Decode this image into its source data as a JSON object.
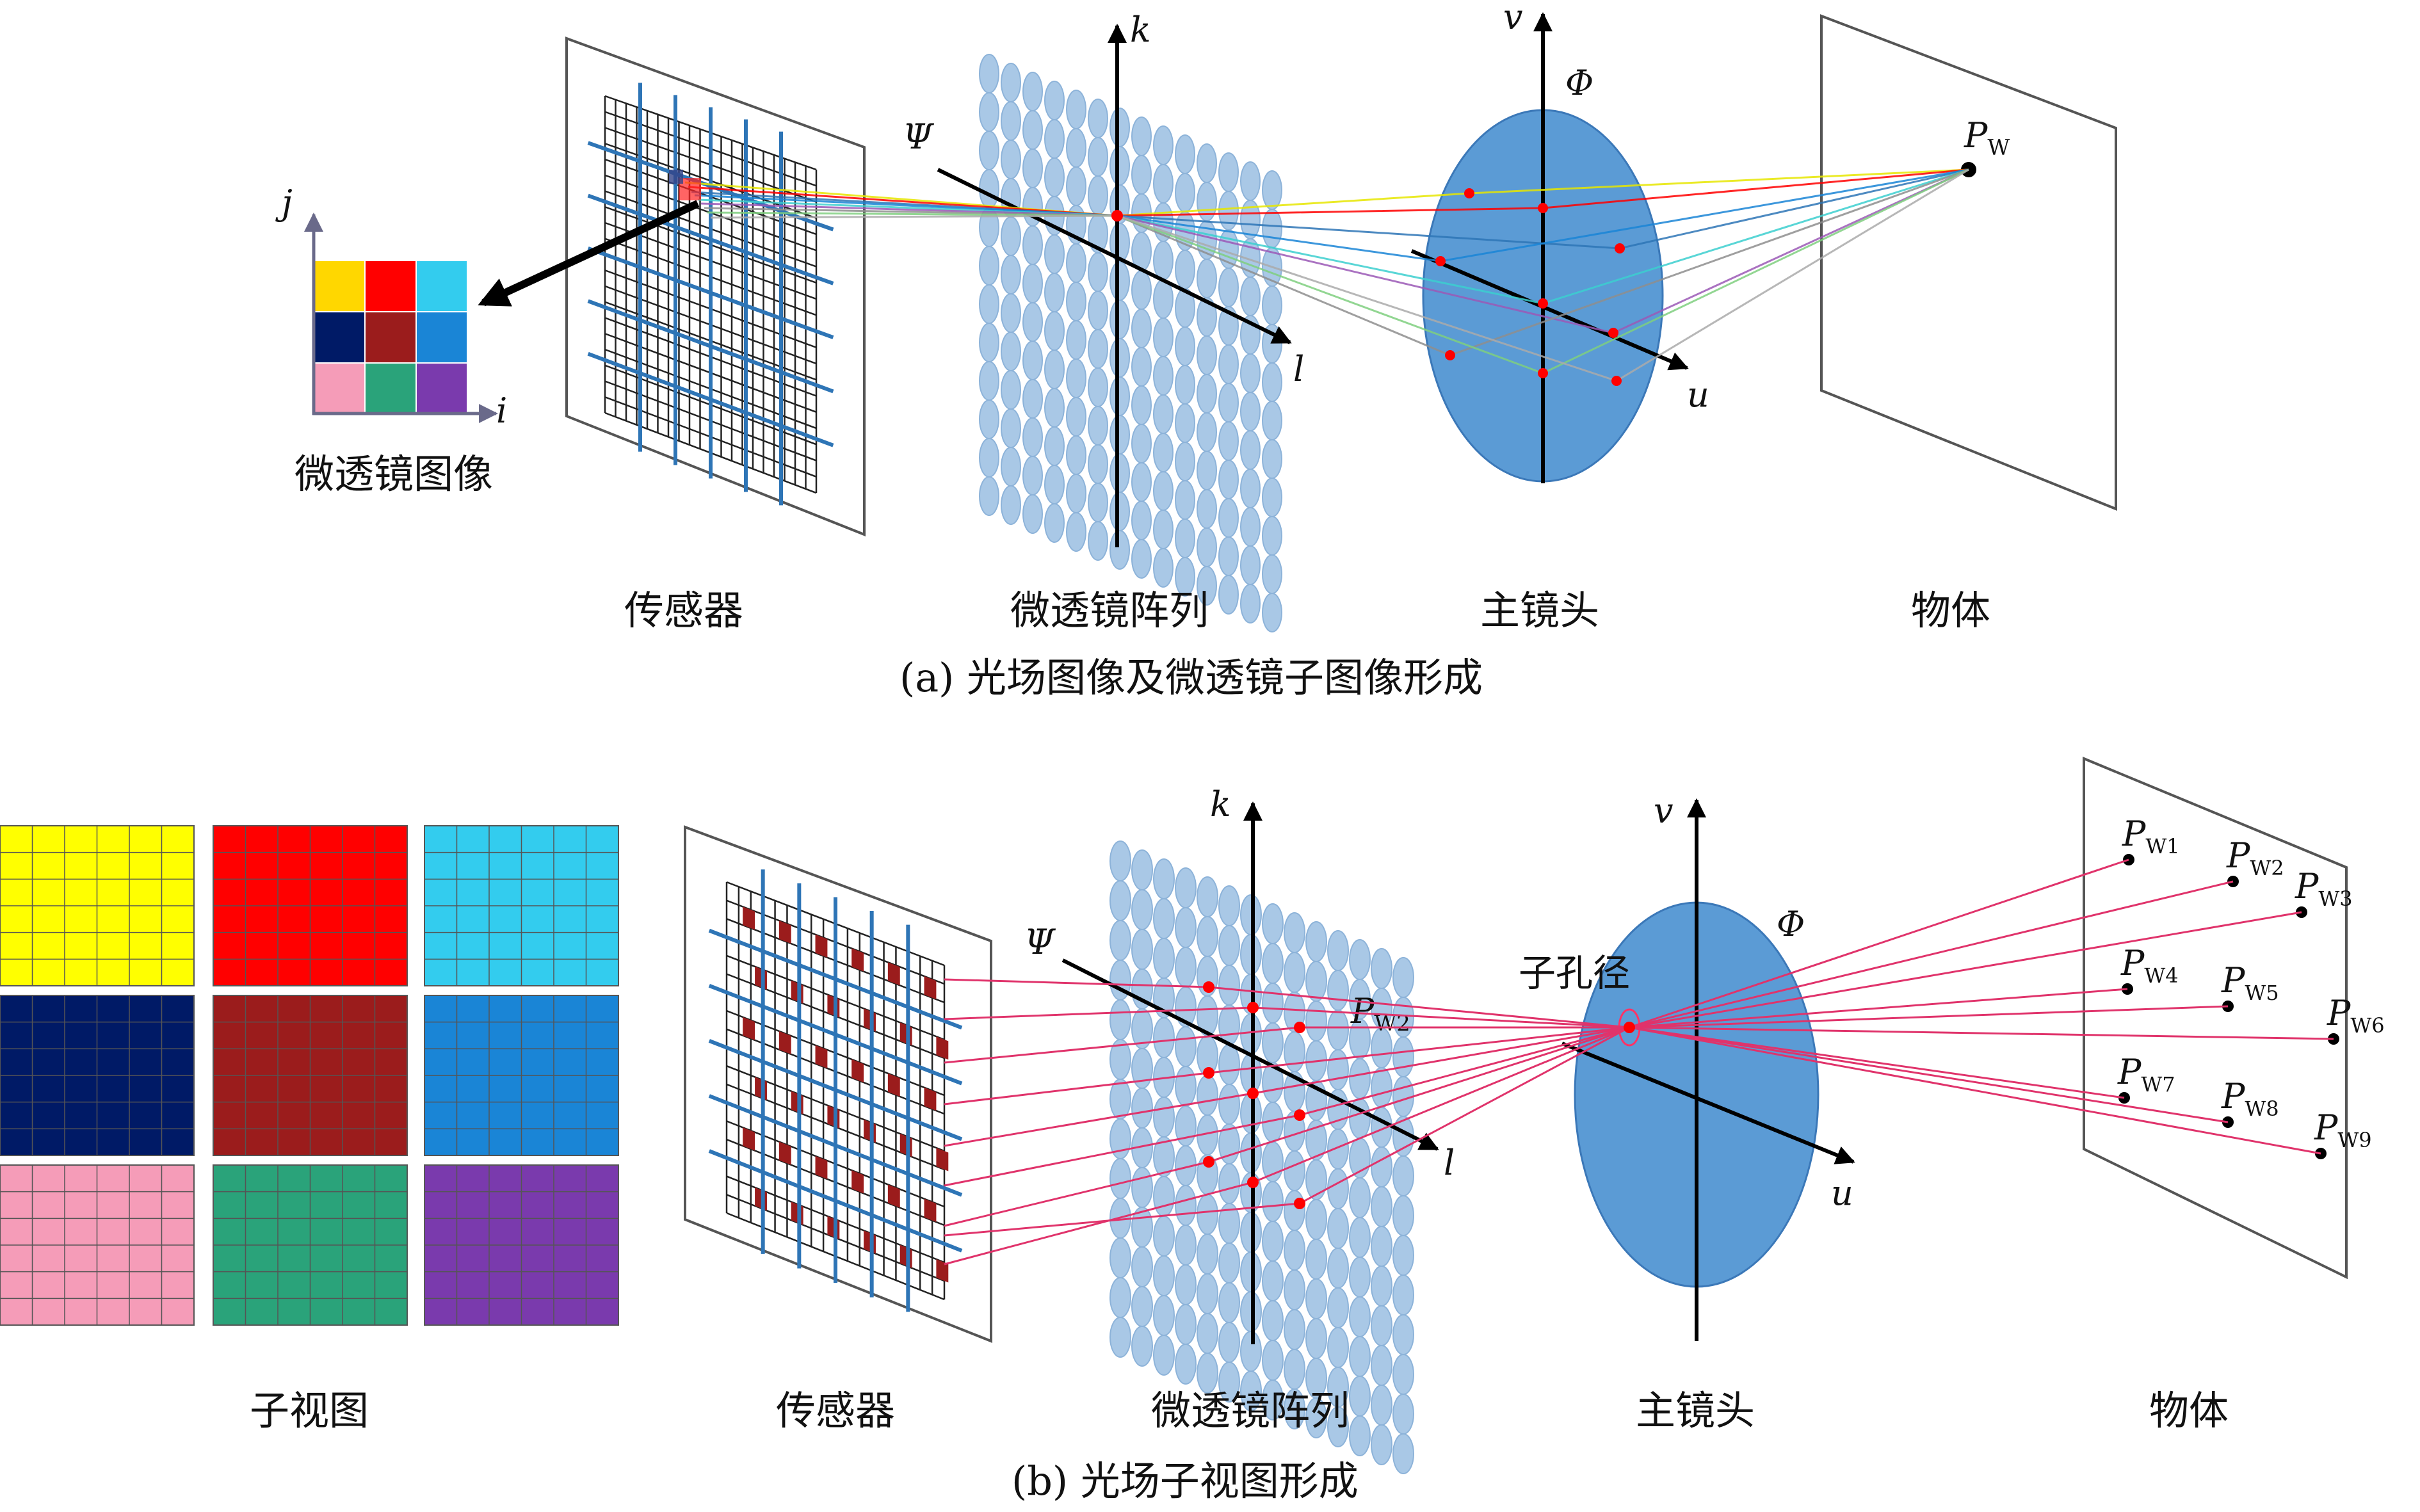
{
  "panel_a": {
    "caption": "(a) 光场图像及微透镜子图像形成",
    "labels": {
      "micro_image": "微透镜图像",
      "sensor": "传感器",
      "mla": "微透镜阵列",
      "main_lens": "主镜头",
      "object": "物体"
    },
    "axes": {
      "i": "i",
      "j": "j",
      "k": "k",
      "l": "l",
      "u": "u",
      "v": "v",
      "psi": "Ψ",
      "phi": "Φ"
    },
    "point": {
      "main": "P",
      "sub": "W"
    },
    "micro_colors": [
      "#ffd700",
      "#ff0000",
      "#33ccee",
      "#001a66",
      "#9b1c1c",
      "#1a85d6",
      "#f59cb8",
      "#2aa37a",
      "#7a3aad"
    ]
  },
  "panel_b": {
    "caption": "(b) 光场子视图形成",
    "labels": {
      "sub_views": "子视图",
      "sensor": "传感器",
      "mla": "微透镜阵列",
      "main_lens": "主镜头",
      "object": "物体",
      "sub_aperture": "子孔径"
    },
    "axes": {
      "k": "k",
      "l": "l",
      "u": "u",
      "v": "v",
      "psi": "Ψ",
      "phi": "Φ"
    },
    "points": [
      {
        "main": "P",
        "sub": "W1"
      },
      {
        "main": "P",
        "sub": "W2"
      },
      {
        "main": "P",
        "sub": "W3"
      },
      {
        "main": "P",
        "sub": "W4"
      },
      {
        "main": "P",
        "sub": "W5"
      },
      {
        "main": "P",
        "sub": "W6"
      },
      {
        "main": "P",
        "sub": "W7"
      },
      {
        "main": "P",
        "sub": "W8"
      },
      {
        "main": "P",
        "sub": "W9"
      }
    ],
    "mla_point_label": {
      "main": "P",
      "sub": "W2"
    },
    "view_colors": [
      "#ffff00",
      "#ff0000",
      "#33ccee",
      "#001a66",
      "#9b1c1c",
      "#1a85d6",
      "#f59cb8",
      "#2aa37a",
      "#7a3aad"
    ]
  }
}
